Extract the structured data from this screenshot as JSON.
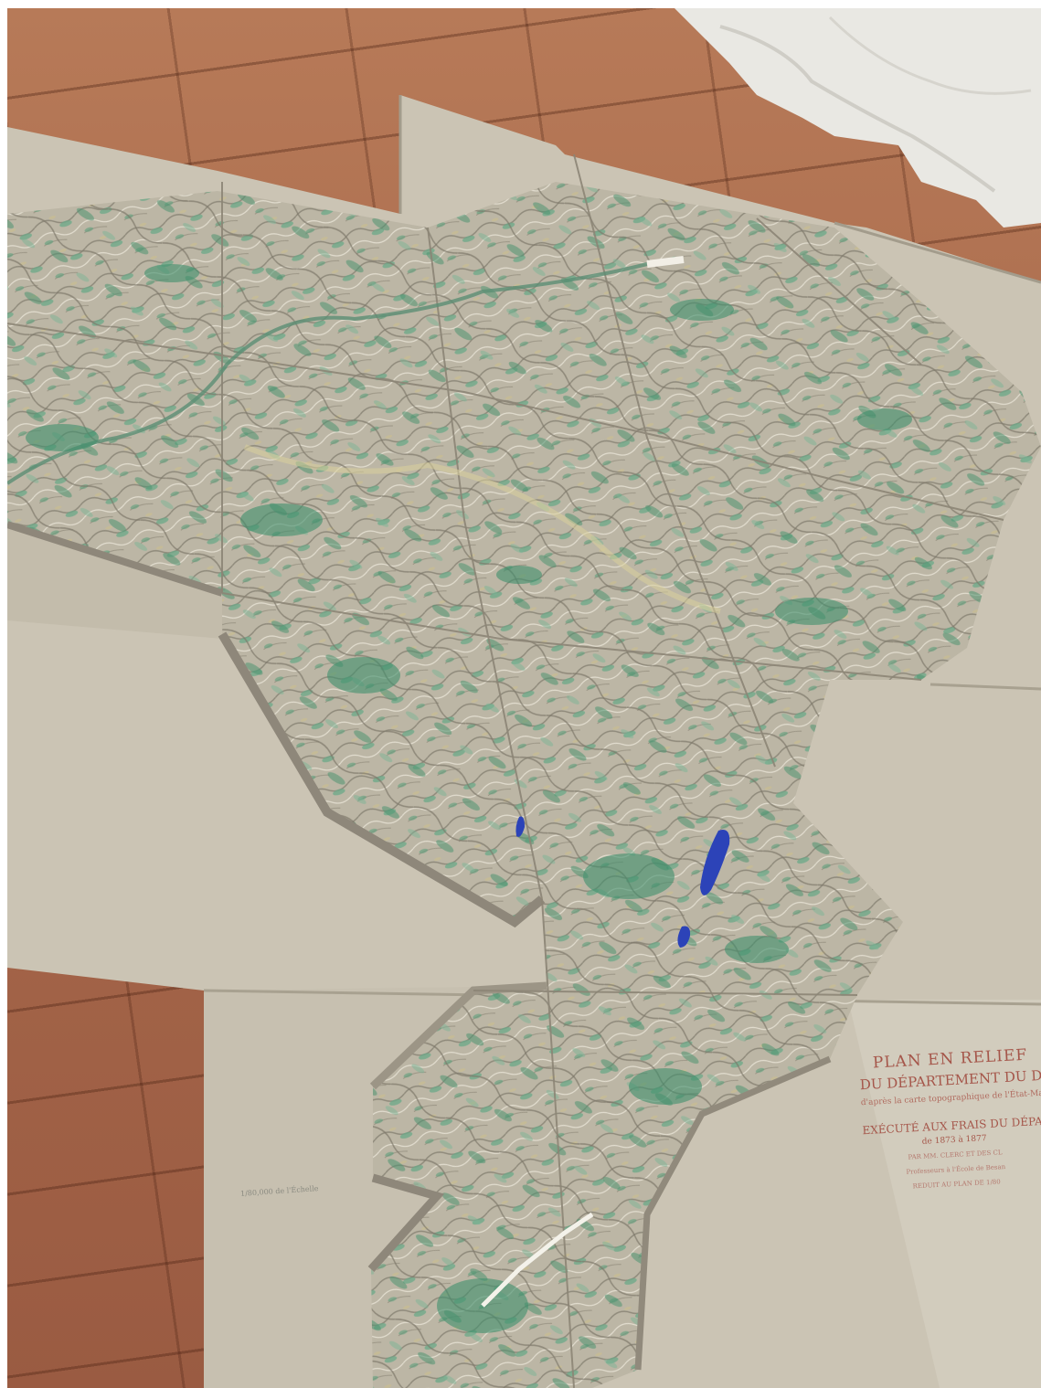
{
  "photo": {
    "subject": "relief-map-on-floor",
    "colors": {
      "floor_tile": "#a96a4c",
      "plaster_base": "#c9c2b2",
      "relief_surface": "#b9b3a2",
      "forest": "#5e9e7c",
      "lake": "#2c43b8",
      "cloth": "#ecebe6",
      "inscription": "#a5564a"
    }
  },
  "plaque": {
    "line1": "PLAN EN RELIEF",
    "line2": "DU DÉPARTEMENT DU DO",
    "line3": "d'après la carte topographique de l'État-Maj",
    "line4": "EXÉCUTÉ AUX FRAIS DU DÉPAR",
    "line5": "de 1873 à 1877",
    "line6": "PAR MM. CLERC ET DES CL",
    "line7": "Professeurs à l'École de Besan",
    "line8": "REDUIT AU PLAN DE 1/80"
  },
  "scale_label": "1/80,000 de l'Échelle"
}
